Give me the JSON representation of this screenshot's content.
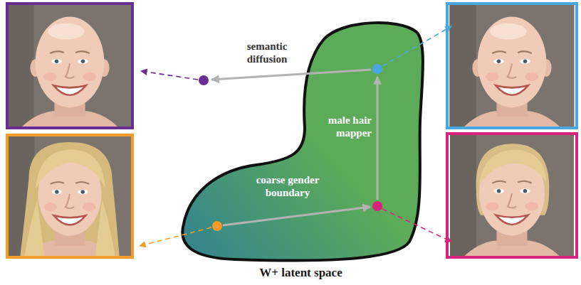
{
  "diagram": {
    "nodes": [
      {
        "text": [
          "W+ latent space"
        ]
      }
    ],
    "labels": [
      "semantic diffusion",
      "male hair mapper",
      "coarse gender boundary"
    ]
  }
}
